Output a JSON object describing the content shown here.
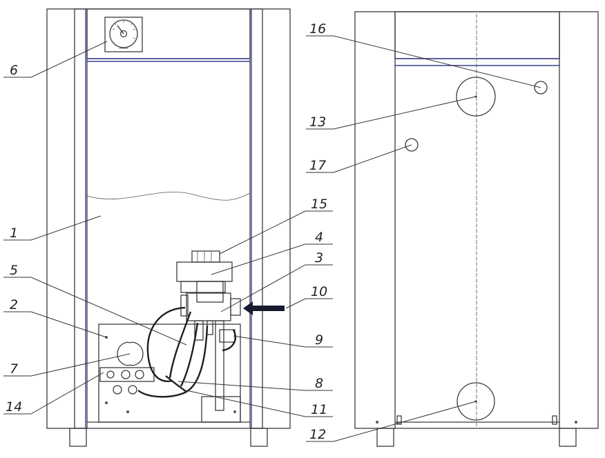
{
  "labels": {
    "c1": "1",
    "c2": "2",
    "c3": "3",
    "c4": "4",
    "c5": "5",
    "c6": "6",
    "c7": "7",
    "c8": "8",
    "c9": "9",
    "c10": "10",
    "c11": "11",
    "c12": "12",
    "c13": "13",
    "c14": "14",
    "c15": "15",
    "c16": "16",
    "c17": "17"
  },
  "colors": {
    "stroke": "#3a3a3a",
    "panel_edge": "#3a3f8f",
    "arrow": "#1a1a2e",
    "background": "#ffffff"
  }
}
